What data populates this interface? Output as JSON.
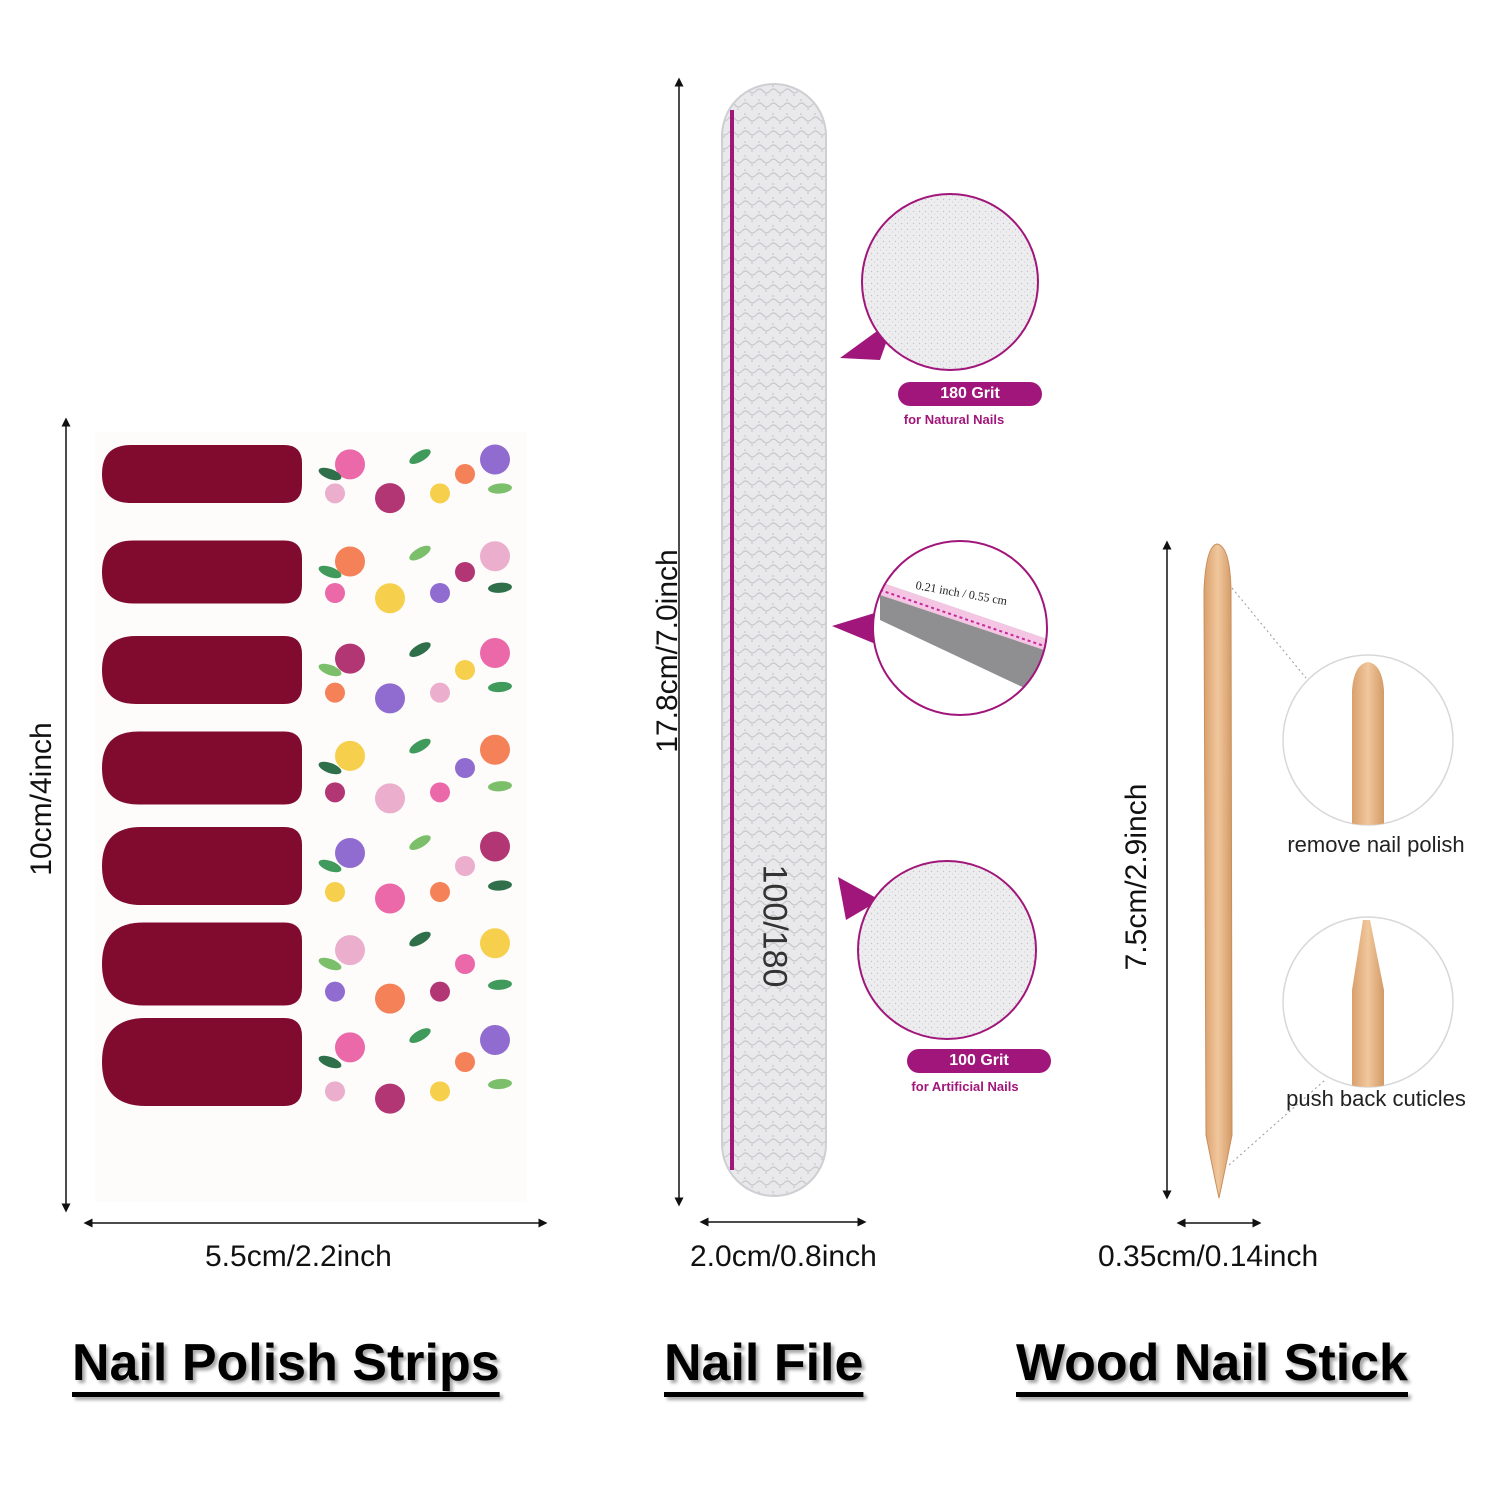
{
  "sections": {
    "strips": {
      "title": "Nail Polish Strips",
      "width_label": "5.5cm/2.2inch",
      "height_label": "10cm/4inch",
      "polish_color": "#800b2f",
      "strip_count": 7
    },
    "file": {
      "title": "Nail File",
      "length_label": "17.8cm/7.0inch",
      "width_label": "2.0cm/0.8inch",
      "imprint": "100/180",
      "accent_color": "#a0167a",
      "detail_top": {
        "badge": "180 Grit",
        "note": "for Natural Nails"
      },
      "detail_mid": {
        "thickness": "0.21 inch / 0.55 cm"
      },
      "detail_bottom": {
        "badge": "100 Grit",
        "note": "for Artificial Nails"
      }
    },
    "stick": {
      "title": "Wood Nail Stick",
      "length_label": "7.5cm/2.9inch",
      "width_label": "0.35cm/0.14inch",
      "wood_color": "#e8b98a",
      "tip_top_caption": "remove nail polish",
      "tip_bottom_caption": "push back cuticles"
    }
  }
}
